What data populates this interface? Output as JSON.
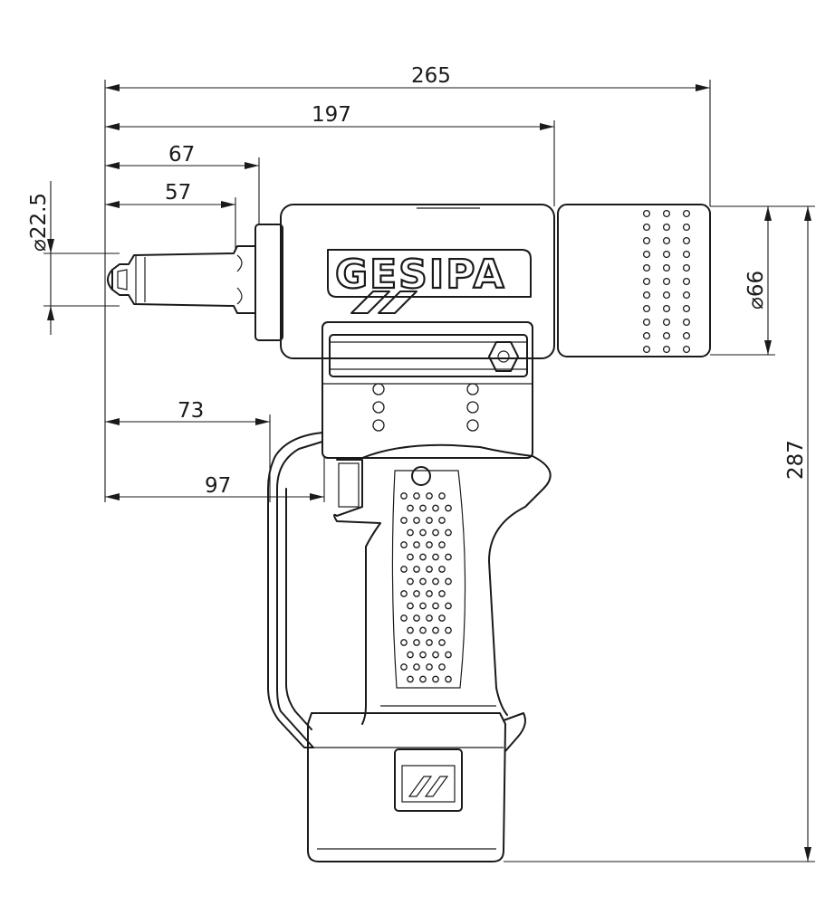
{
  "brand": {
    "logo_text": "GESIPA"
  },
  "dimensions": {
    "overall_length": "265",
    "length_197": "197",
    "length_67": "67",
    "length_57": "57",
    "length_73": "73",
    "length_97": "97",
    "nose_diameter": "⌀22.5",
    "head_diameter": "⌀66",
    "overall_height": "287"
  },
  "colors": {
    "line": "#1a1a1a",
    "background": "#ffffff"
  }
}
